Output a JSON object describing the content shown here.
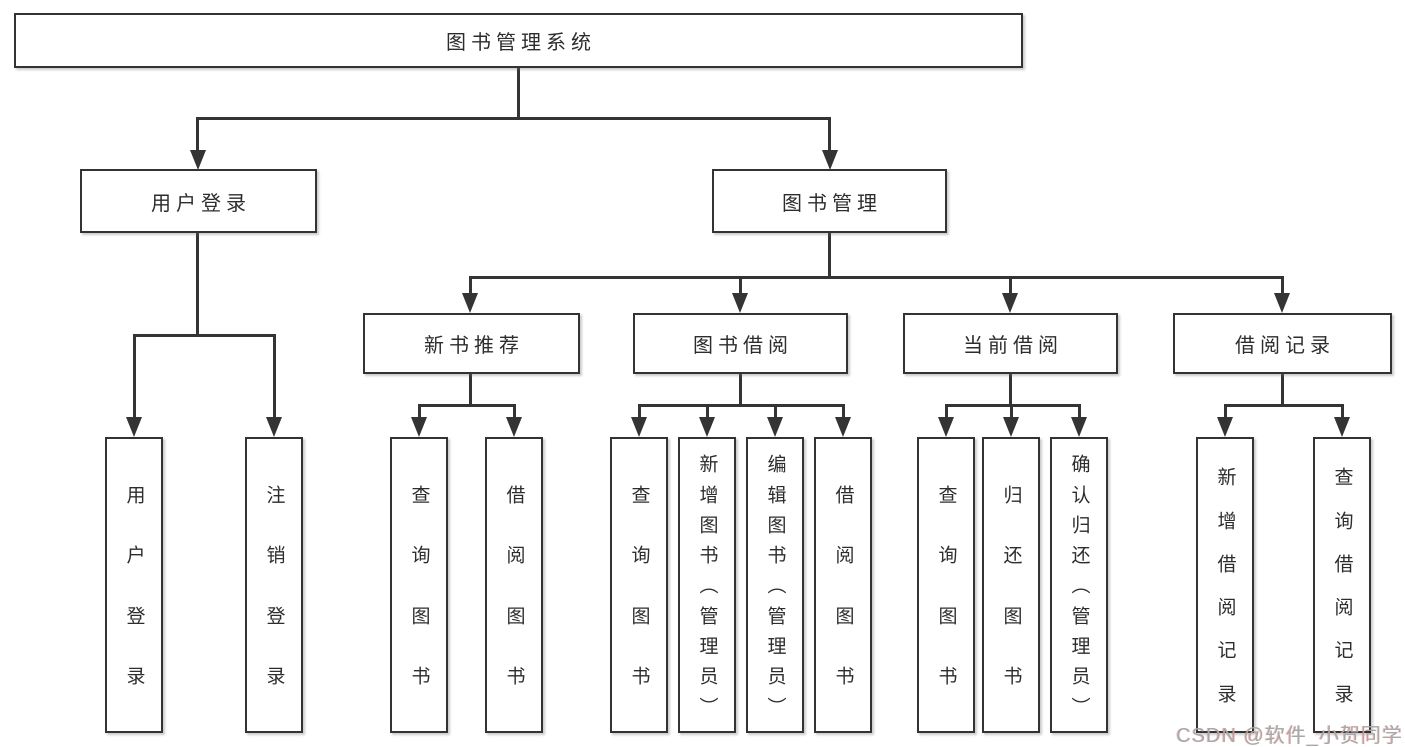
{
  "tree": {
    "root": {
      "label": "图书管理系统"
    },
    "level2": {
      "user_login": {
        "label": "用户登录",
        "children": [
          {
            "label": "用户登录"
          },
          {
            "label": "注销登录"
          }
        ]
      },
      "book_mgmt": {
        "label": "图书管理",
        "groups": [
          {
            "label": "新书推荐",
            "children": [
              {
                "label": "查询图书"
              },
              {
                "label": "借阅图书"
              }
            ]
          },
          {
            "label": "图书借阅",
            "children": [
              {
                "label": "查询图书"
              },
              {
                "label": "新增图书（管理员）"
              },
              {
                "label": "编辑图书（管理员）"
              },
              {
                "label": "借阅图书"
              }
            ]
          },
          {
            "label": "当前借阅",
            "children": [
              {
                "label": "查询图书"
              },
              {
                "label": "归还图书"
              },
              {
                "label": "确认归还（管理员）"
              }
            ]
          },
          {
            "label": "借阅记录",
            "children": [
              {
                "label": "新增借阅记录"
              },
              {
                "label": "查询借阅记录"
              }
            ]
          }
        ]
      }
    }
  },
  "watermark": "CSDN @软件_小贺同学",
  "colors": {
    "line": "#343434",
    "box_border": "#333333",
    "box_fill": "#ffffff",
    "background": "#ffffff",
    "watermark_text": "#a8a8a8"
  }
}
